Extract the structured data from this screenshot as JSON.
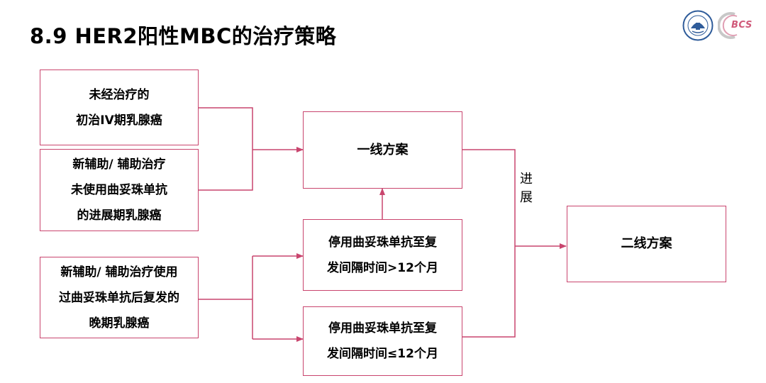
{
  "header": {
    "title": "8.9 HER2阳性MBC的治疗策略",
    "logo_right_text": "BCS"
  },
  "boxes": {
    "untreated": [
      "未经治疗的",
      "初治IV期乳腺癌"
    ],
    "neoadj_no_trastuzumab": [
      "新辅助/ 辅助治疗",
      "未使用曲妥珠单抗",
      "的进展期乳腺癌"
    ],
    "neoadj_with_trastuzumab": [
      "新辅助/ 辅助治疗使用",
      "过曲妥珠单抗后复发的",
      "晚期乳腺癌"
    ],
    "first_line": [
      "一线方案"
    ],
    "interval_gt12": [
      "停用曲妥珠单抗至复",
      "发间隔时间>12个月"
    ],
    "interval_le12": [
      "停用曲妥珠单抗至复",
      "发间隔时间≤12个月"
    ],
    "second_line": [
      "二线方案"
    ]
  },
  "progress_label": [
    "进",
    "展"
  ],
  "colors": {
    "border": "#c9456e",
    "connector": "#c9456e"
  }
}
